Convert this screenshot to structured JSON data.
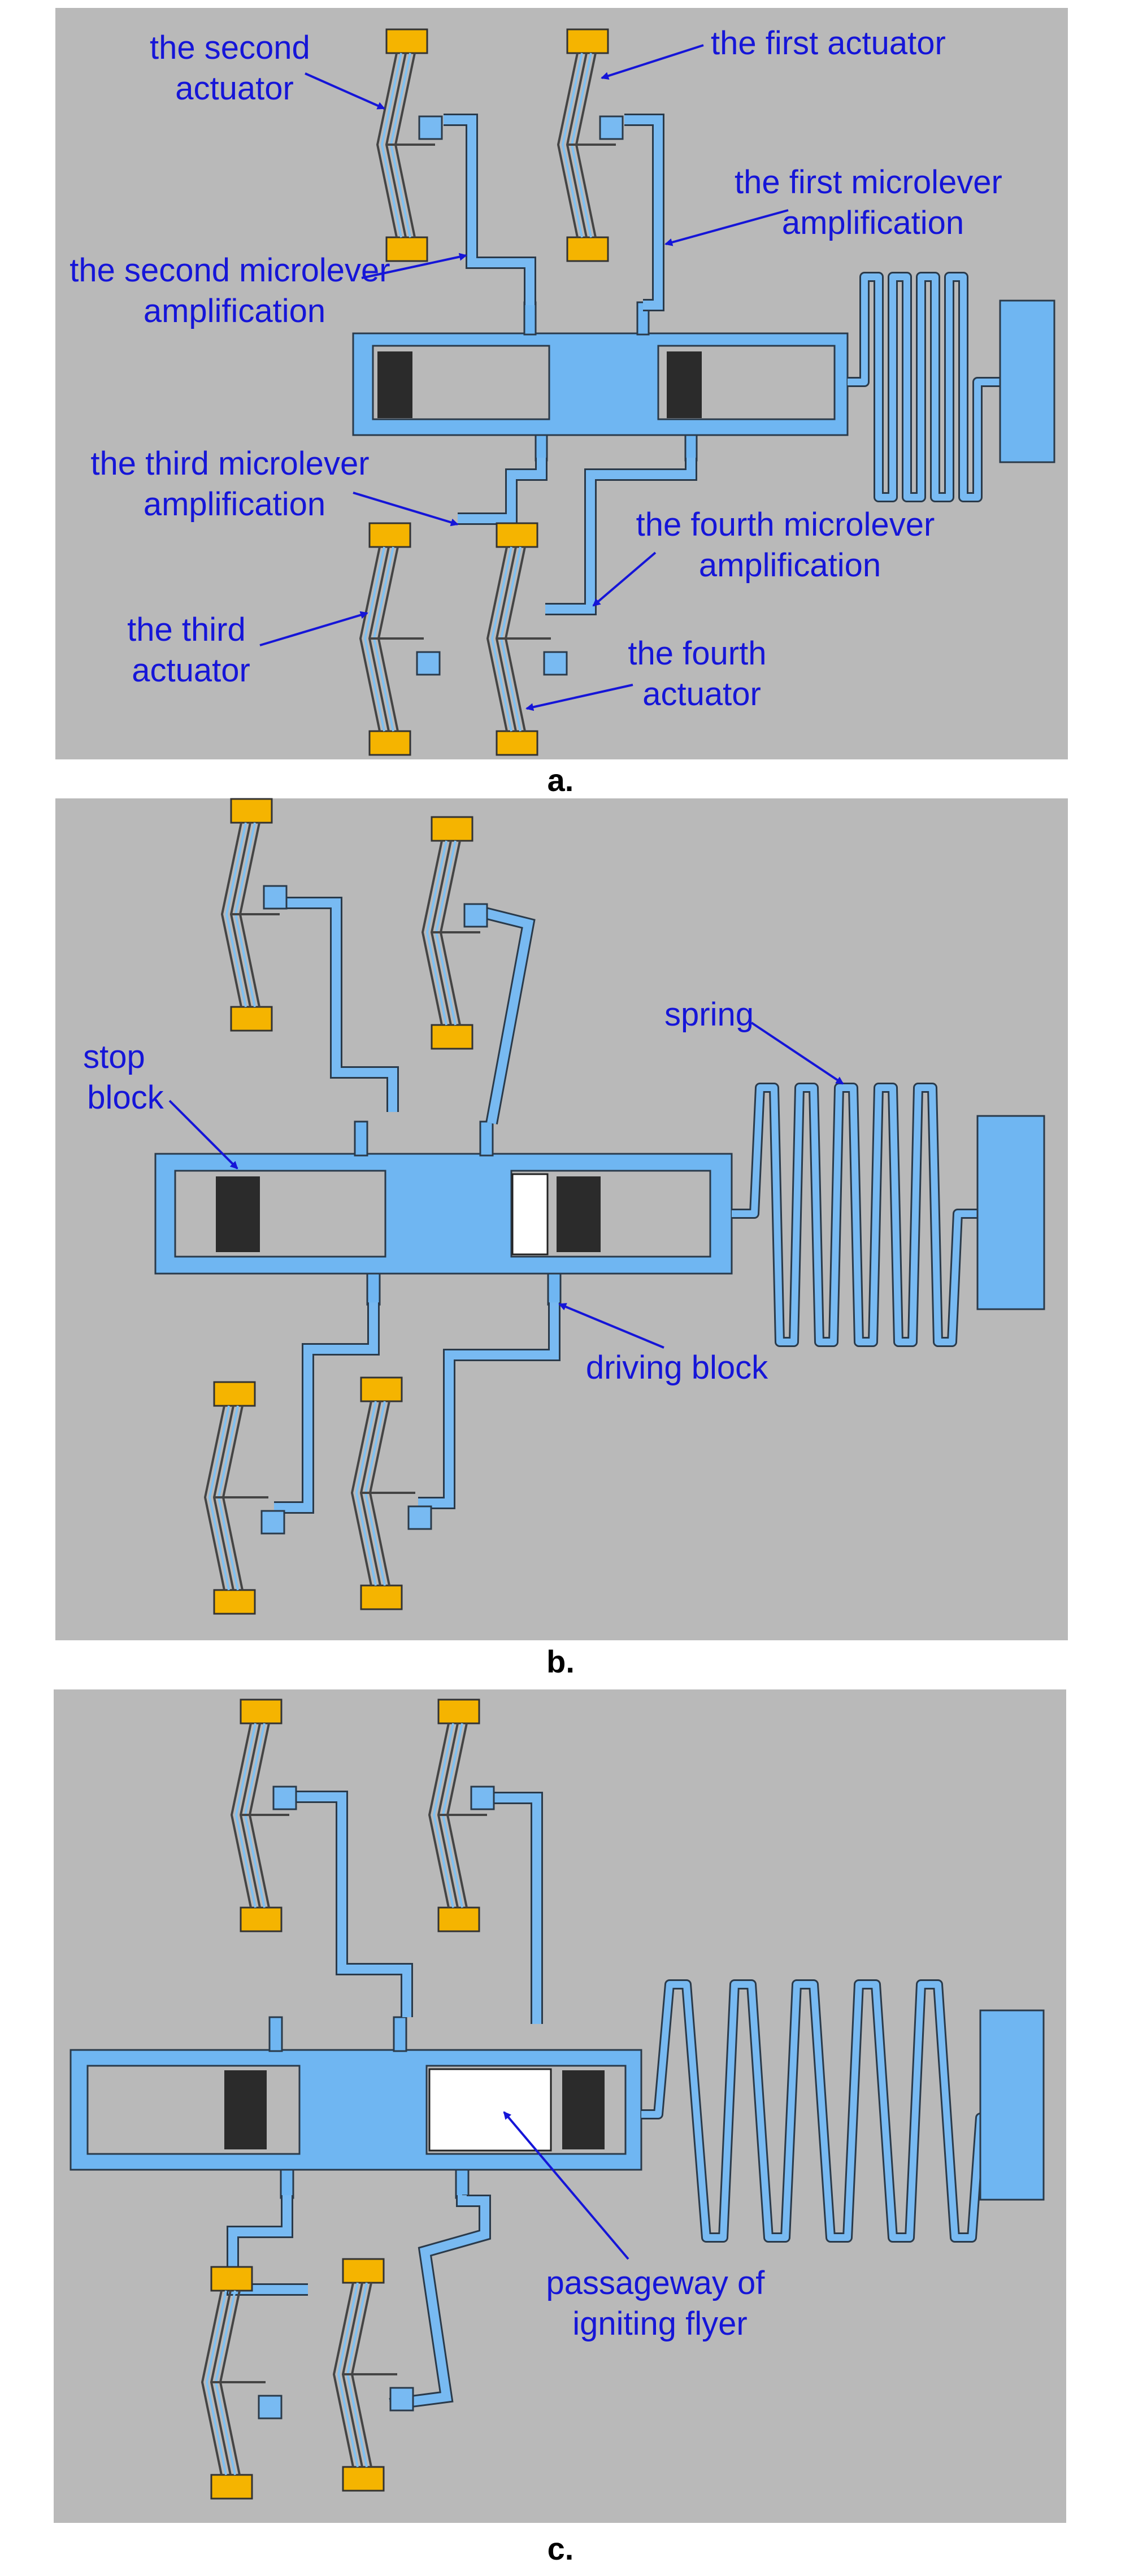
{
  "panels": [
    {
      "caption": "a.",
      "labels": {
        "second_actuator": [
          "the second",
          "actuator"
        ],
        "first_actuator": [
          "the first actuator"
        ],
        "first_microlever": [
          "the first microlever",
          "amplification"
        ],
        "second_microlever": [
          "the second microlever",
          "amplification"
        ],
        "third_microlever": [
          "the third microlever",
          "amplification"
        ],
        "fourth_microlever": [
          "the fourth microlever",
          "amplification"
        ],
        "third_actuator": [
          "the third",
          "actuator"
        ],
        "fourth_actuator": [
          "the fourth",
          "actuator"
        ]
      }
    },
    {
      "caption": "b.",
      "labels": {
        "stop_block": [
          "stop",
          "block"
        ],
        "spring": [
          "spring"
        ],
        "driving_block": [
          "driving block"
        ]
      }
    },
    {
      "caption": "c.",
      "labels": {
        "passageway": [
          "passageway of",
          "igniting flyer"
        ]
      }
    }
  ],
  "colors": {
    "background": "#b9b9b9",
    "structure": "#6fb6f2",
    "pad": "#f5b400",
    "label": "#1515d8",
    "block": "#2b2b2b"
  }
}
